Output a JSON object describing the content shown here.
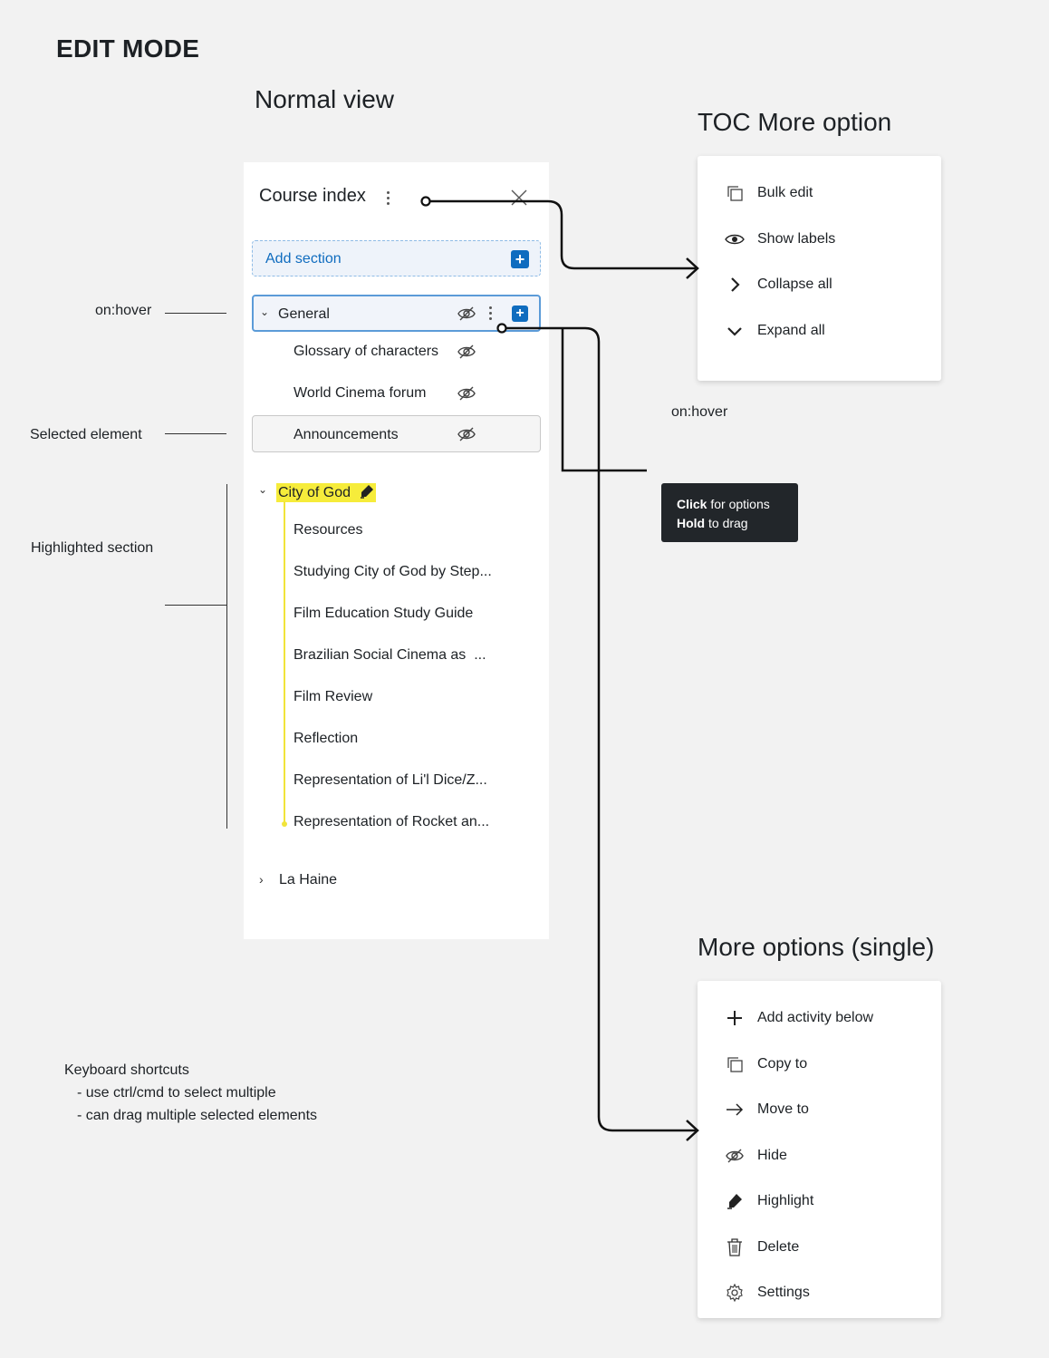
{
  "page": {
    "title": "EDIT MODE"
  },
  "headings": {
    "normal_view": "Normal view",
    "toc_more": "TOC More option",
    "more_single": "More options (single)"
  },
  "annotations": {
    "on_hover_left": "on:hover",
    "selected_element": "Selected element",
    "highlighted_section": "Highlighted section",
    "on_hover_right": "on:hover"
  },
  "course_index": {
    "title": "Course index",
    "add_section": "Add section",
    "sections": [
      {
        "name": "General",
        "items": [
          "Glossary of characters",
          "World Cinema forum",
          "Announcements"
        ]
      },
      {
        "name": "City of God",
        "items": [
          "Resources",
          "Studying City of God by Step...",
          "Film Education Study Guide",
          "Brazilian Social Cinema as  ...",
          "Film Review",
          "Reflection",
          "Representation of Li'l Dice/Z...",
          "Representation of Rocket an..."
        ]
      },
      {
        "name": "La Haine",
        "items": []
      }
    ]
  },
  "tooltip": {
    "line1_bold": "Click",
    "line1_rest": " for options",
    "line2_bold": "Hold",
    "line2_rest": " to drag"
  },
  "toc_menu": [
    {
      "label": "Bulk edit",
      "icon": "copy-icon"
    },
    {
      "label": "Show labels",
      "icon": "eye-icon"
    },
    {
      "label": "Collapse all",
      "icon": "chevron-right-icon"
    },
    {
      "label": "Expand all",
      "icon": "chevron-down-icon"
    }
  ],
  "single_menu": [
    {
      "label": "Add activity below",
      "icon": "plus-icon"
    },
    {
      "label": "Copy to",
      "icon": "copy-icon"
    },
    {
      "label": "Move to",
      "icon": "arrow-right-icon"
    },
    {
      "label": "Hide",
      "icon": "eye-slash-icon"
    },
    {
      "label": "Highlight",
      "icon": "highlighter-icon"
    },
    {
      "label": "Delete",
      "icon": "trash-icon"
    },
    {
      "label": "Settings",
      "icon": "gear-icon"
    }
  ],
  "keyboard": {
    "title": "Keyboard shortcuts",
    "lines": [
      "- use ctrl/cmd to select multiple",
      "- can drag multiple selected elements"
    ]
  },
  "colors": {
    "accent": "#0f6cbf",
    "highlight": "#f6ec3b",
    "tooltip_bg": "#22262a",
    "panel_bg": "#ffffff",
    "page_bg": "#f2f2f2"
  }
}
